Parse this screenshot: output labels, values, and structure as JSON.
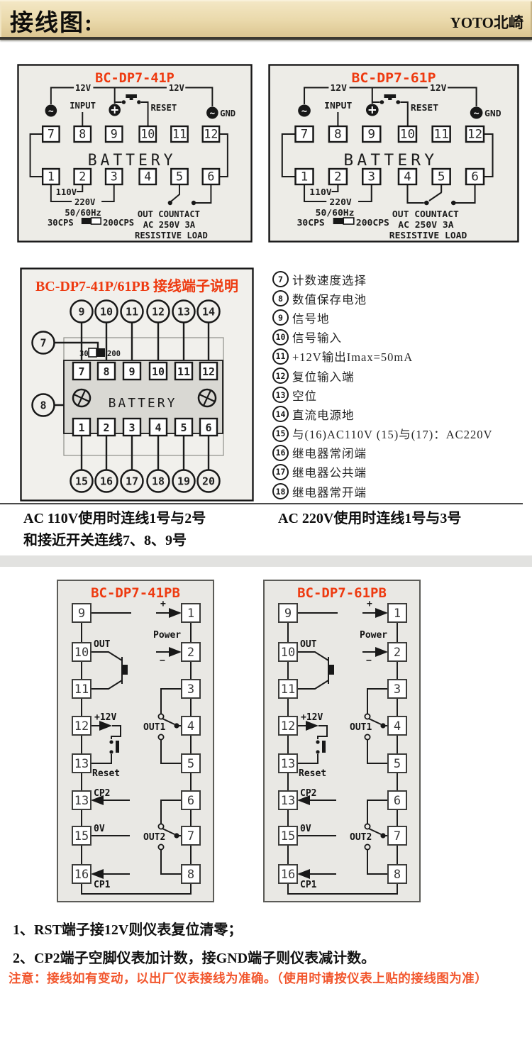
{
  "header": {
    "title": "接线图:",
    "brand": "YOTO北崎"
  },
  "colors": {
    "accent_red": "#ee3a10",
    "warning_orange": "#f2572e",
    "header_bg": "#ead9ab"
  },
  "p_diagrams": {
    "left_title": "BC-DP7-41P",
    "right_title": "BC-DP7-61P",
    "top_terminals": [
      "7",
      "8",
      "9",
      "10",
      "11",
      "12"
    ],
    "bottom_terminals": [
      "1",
      "2",
      "3",
      "4",
      "5",
      "6"
    ],
    "labels": {
      "v12_left": "12V",
      "v12_right": "12V",
      "input": "INPUT",
      "reset": "RESET",
      "gnd": "GND",
      "battery": "BATTERY",
      "v110": "110V",
      "v220": "220V",
      "freq": "50/60Hz",
      "cps30": "30CPS",
      "cps200": "200CPS",
      "contact_line1": "OUT COUNTACT",
      "contact_line2": "AC 250V 3A",
      "contact_line3": "RESISTIVE LOAD"
    }
  },
  "terminal_desc": {
    "title": "BC-DP7-41P/61PB 接线端子说明",
    "top_pins": [
      "9",
      "10",
      "11",
      "12",
      "13",
      "14"
    ],
    "left_pins": [
      "7",
      "8"
    ],
    "bottom_pins": [
      "15",
      "16",
      "17",
      "18",
      "19",
      "20"
    ],
    "socket_top": [
      "7",
      "8",
      "9",
      "10",
      "11",
      "12"
    ],
    "socket_bottom": [
      "1",
      "2",
      "3",
      "4",
      "5",
      "6"
    ],
    "battery": "BATTERY",
    "sw_30": "30",
    "sw_200": "200",
    "legend": [
      {
        "num": "7",
        "text": "计数速度选择"
      },
      {
        "num": "8",
        "text": "数值保存电池"
      },
      {
        "num": "9",
        "text": "信号地"
      },
      {
        "num": "10",
        "text": "信号输入"
      },
      {
        "num": "11",
        "text": "+12V输出Imax=50mA"
      },
      {
        "num": "12",
        "text": "复位输入端"
      },
      {
        "num": "13",
        "text": "空位"
      },
      {
        "num": "14",
        "text": "直流电源地"
      },
      {
        "num": "15",
        "text": "与(16)AC110V (15)与(17)：AC220V"
      },
      {
        "num": "16",
        "text": "继电器常闭端"
      },
      {
        "num": "17",
        "text": "继电器公共端"
      },
      {
        "num": "18",
        "text": "继电器常开端"
      }
    ]
  },
  "usage_notes": {
    "ac110_line1": "AC 110V使用时连线1号与2号",
    "ac110_line2": "和接近开关连线7、8、9号",
    "ac220": "AC 220V使用时连线1号与3号"
  },
  "pb_diagrams": {
    "left_title": "BC-DP7-41PB",
    "right_title": "BC-DP7-61PB",
    "left_terminals": [
      "9",
      "10",
      "11",
      "12",
      "13",
      "13",
      "15",
      "16"
    ],
    "right_terminals": [
      "1",
      "2",
      "3",
      "4",
      "5",
      "6",
      "7",
      "8"
    ],
    "labels": {
      "out": "OUT",
      "v12": "+12V",
      "reset": "Reset",
      "cp2": "CP2",
      "zero_v": "0V",
      "cp1": "CP1",
      "plus": "+",
      "minus": "−",
      "power": "Power",
      "out1": "OUT1",
      "out2": "OUT2"
    }
  },
  "footer": {
    "note1": "1、RST端子接12V则仪表复位清零；",
    "note2": "2、CP2端子空脚仪表加计数，接GND端子则仪表减计数。",
    "warning": "注意：接线如有变动，以出厂仪表接线为准确。（使用时请按仪表上贴的接线图为准）"
  }
}
